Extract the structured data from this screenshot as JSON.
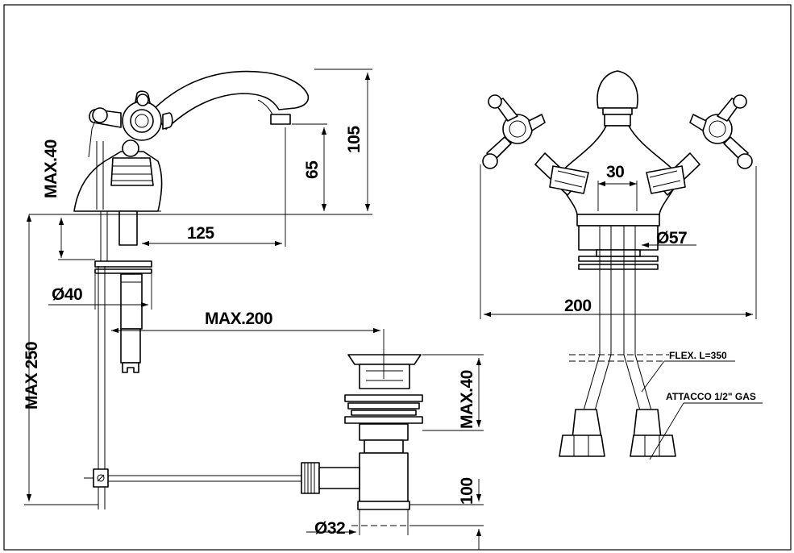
{
  "dimensions": {
    "max40_top": "MAX.40",
    "d105": "105",
    "d65": "65",
    "d125": "125",
    "dia40": "Ø40",
    "max200": "MAX.200",
    "max250": "MAX 250",
    "max40_waste": "MAX.40",
    "d100": "100",
    "dia32": "Ø32",
    "d30": "30",
    "dia57": "Ø57",
    "d200": "200"
  },
  "notes": {
    "flex": "FLEX. L=350",
    "attacco": "ATTACCO 1/2\" GAS"
  }
}
